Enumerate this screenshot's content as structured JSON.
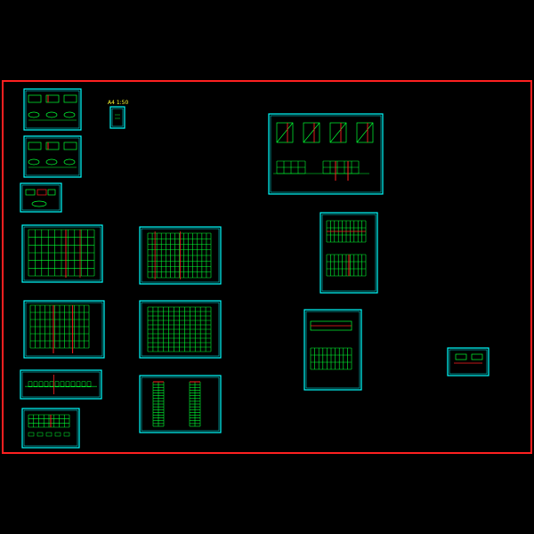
{
  "canvas": {
    "background": "#000000"
  },
  "colors": {
    "border": "#ff2020",
    "frame": "#00ffff",
    "line": "#00ff33",
    "accent": "#ff2020",
    "text": "#ffff33"
  },
  "label": "A4 1:50",
  "sheets": [
    {
      "id": "sheet-detail-1"
    },
    {
      "id": "sheet-detail-2"
    },
    {
      "id": "sheet-detail-3"
    },
    {
      "id": "sheet-plan-1"
    },
    {
      "id": "sheet-plan-2"
    },
    {
      "id": "sheet-elevation-1"
    },
    {
      "id": "sheet-section-1"
    },
    {
      "id": "sheet-grid-1"
    },
    {
      "id": "sheet-grid-2"
    },
    {
      "id": "sheet-columns"
    },
    {
      "id": "sheet-stair-details"
    },
    {
      "id": "sheet-plan-tall"
    },
    {
      "id": "sheet-plan-medium"
    },
    {
      "id": "sheet-small-detail"
    },
    {
      "id": "sheet-a4-thumbnail"
    }
  ]
}
